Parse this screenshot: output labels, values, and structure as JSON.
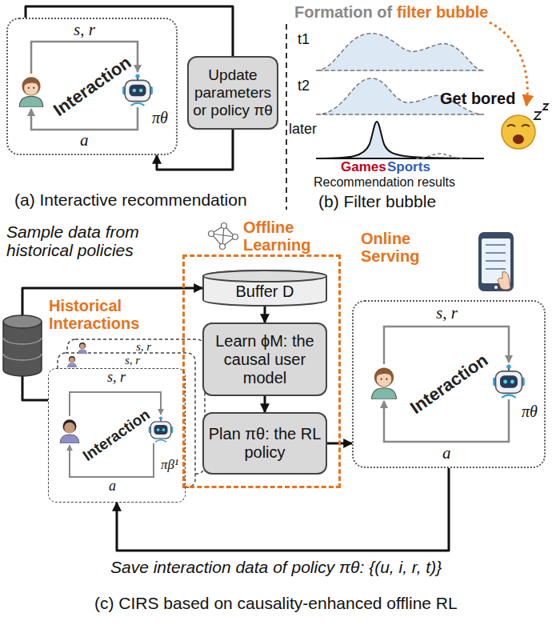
{
  "diagram": {
    "nodes": [
      {
        "text": [
          "Interaction"
        ]
      },
      {
        "text": [
          "Update parameters or policy πθ"
        ]
      },
      {
        "text": [
          "Offline Learning"
        ]
      },
      {
        "text": [
          "Buffer D"
        ],
        "in": 2
      },
      {
        "text": [
          "Learn ϕM: the causal user model"
        ],
        "in": 2
      },
      {
        "text": [
          "Plan πθ: the RL policy"
        ],
        "in": 2
      },
      {
        "text": [
          "Online Serving",
          "Interaction"
        ]
      },
      {
        "text": [
          "Historical Interactions",
          "Interaction"
        ]
      }
    ],
    "edges": [
      {
        "from": 0,
        "to": 1,
        "arrow": "none"
      },
      {
        "from": 1,
        "to": 0,
        "arrow": "to"
      },
      {
        "from": 7,
        "to": 3,
        "arrow": "to"
      },
      {
        "from": 3,
        "to": 4,
        "arrow": "to"
      },
      {
        "from": 4,
        "to": 5,
        "arrow": "to"
      },
      {
        "from": 5,
        "to": 6,
        "arrow": "to"
      },
      {
        "from": 6,
        "to": 7,
        "arrow": "to"
      }
    ],
    "labels": [
      "s, r",
      "a",
      "πθ",
      "(a) Interactive recommendation",
      "Formation of",
      "filter bubble",
      "t1",
      "t2",
      "later",
      "Games",
      "Sports",
      "Get bored",
      "Recommendation results",
      "(b) Filter bubble",
      "Sample data from historical policies",
      "s, r",
      "s, r",
      "s, r",
      "πβ¹",
      "a",
      "s, r",
      "πθ",
      "a",
      "Save interaction data of policy πθ: {(u, i, r, t)}",
      "(c) CIRS based on causality-enhanced offline RL"
    ]
  }
}
